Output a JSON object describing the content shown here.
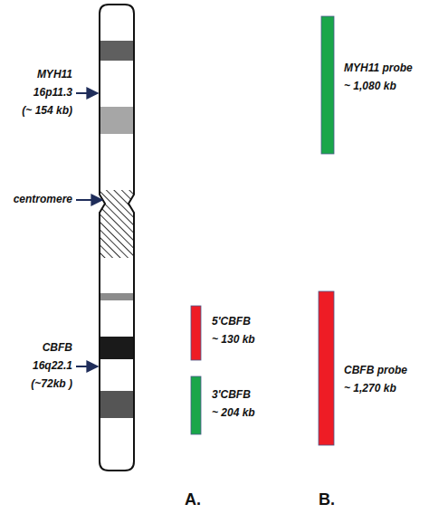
{
  "diagram": {
    "labels": [
      "MYH11",
      "16p11.3",
      "(~ 154 kb)",
      "centromere",
      "CBFB",
      "16q22.1",
      "(~72kb )",
      "5'CBFB",
      "~ 130 kb",
      "3'CBFB",
      "~ 204 kb",
      "MYH11 probe",
      "~ 1,080 kb",
      "CBFB probe",
      "~ 1,270 kb",
      "A.",
      "B."
    ]
  }
}
